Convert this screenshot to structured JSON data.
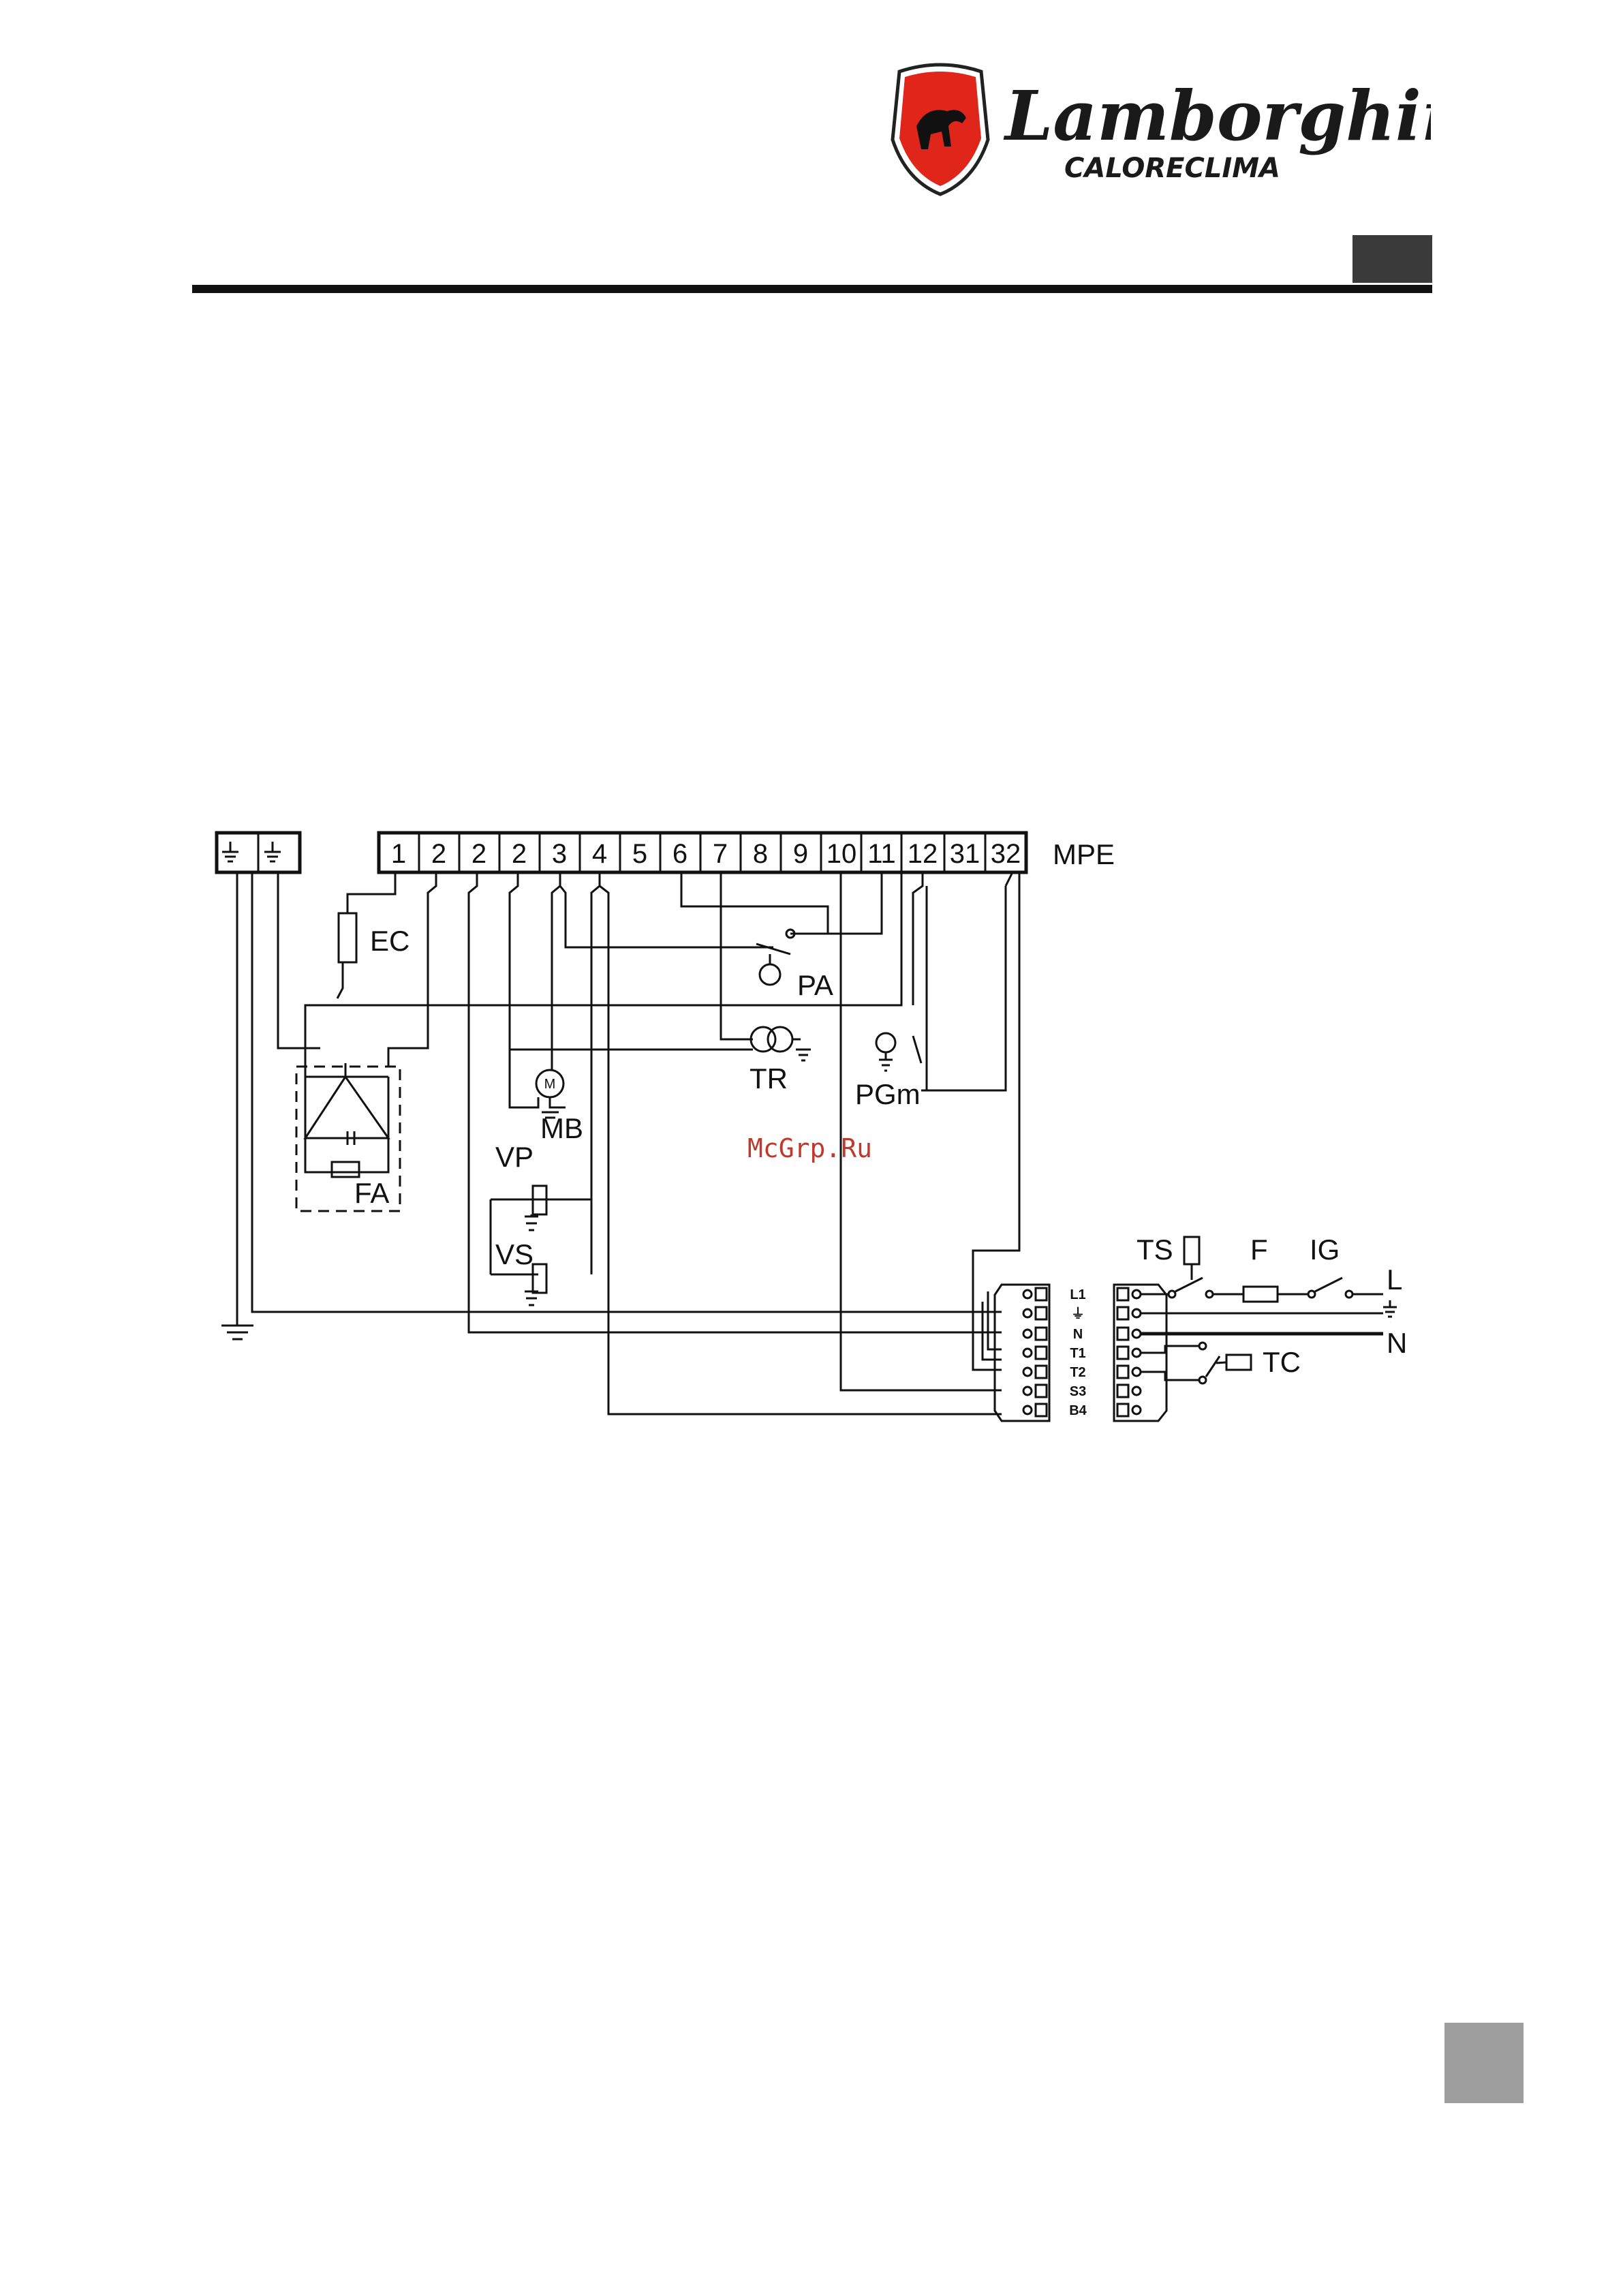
{
  "brand": {
    "name": "Lamborghini",
    "subtitle": "CALORECLIMA",
    "colors": {
      "shield": "#e0261b",
      "text": "#1a1a1a"
    }
  },
  "diagram": {
    "terminal_block": {
      "label": "MPE",
      "terminals": [
        "1",
        "2",
        "2",
        "2",
        "3",
        "4",
        "5",
        "6",
        "7",
        "8",
        "9",
        "10",
        "11",
        "12",
        "31",
        "32"
      ]
    },
    "components": {
      "ec": "EC",
      "pa": "PA",
      "tr": "TR",
      "pgm": "PGm",
      "mb": "MB",
      "motor_symbol": "M",
      "fa": "FA",
      "vp": "VP",
      "vs": "VS",
      "ts": "TS",
      "f": "F",
      "ig": "IG",
      "tc": "TC"
    },
    "connector_pins": [
      "L1",
      "⏚",
      "N",
      "T1",
      "T2",
      "S3",
      "B4"
    ],
    "mains": {
      "l": "L",
      "earth": "⏚",
      "n": "N"
    }
  },
  "watermark": "McGrp.Ru"
}
